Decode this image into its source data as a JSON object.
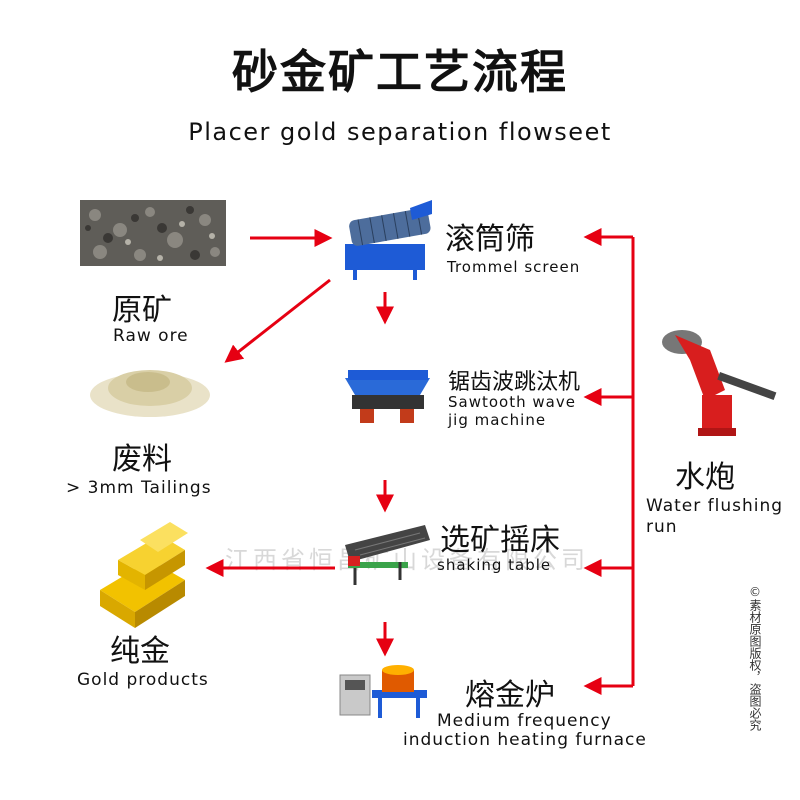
{
  "title_cn": "砂金矿工艺流程",
  "title_en": "Placer gold separation flowseet",
  "left_items": [
    {
      "cn": "原矿",
      "en": "Raw ore"
    },
    {
      "cn": "废料",
      "en": "> 3mm Tailings"
    },
    {
      "cn": "纯金",
      "en": "Gold products"
    }
  ],
  "steps": [
    {
      "cn": "滚筒筛",
      "en": "Trommel screen"
    },
    {
      "cn": "锯齿波跳汰机",
      "en_line1": "Sawtooth wave",
      "en_line2": "jig machine"
    },
    {
      "cn": "选矿摇床",
      "en": "shaking table"
    },
    {
      "cn": "熔金炉",
      "en_line1": "Medium frequency",
      "en_line2": "induction heating furnace"
    }
  ],
  "water_cannon": {
    "cn": "水炮",
    "en_line1": "Water flushing",
    "en_line2": "run"
  },
  "watermark": "江西省恒昌矿山设备有限公司",
  "copyright": "©素材原图版权，盗图必究",
  "colors": {
    "arrow": "#e60012",
    "machine_blue": "#1e5bd6",
    "gold": "#e8b400",
    "cannon_red": "#d81e1e"
  }
}
